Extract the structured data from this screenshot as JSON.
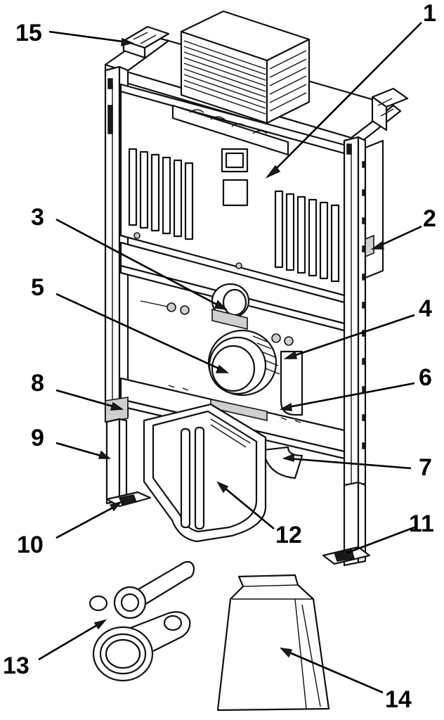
{
  "title": "",
  "callouts": [
    {
      "id": "c1",
      "label": "1"
    },
    {
      "id": "c2",
      "label": "2"
    },
    {
      "id": "c3",
      "label": "3"
    },
    {
      "id": "c4",
      "label": "4"
    },
    {
      "id": "c5",
      "label": "5"
    },
    {
      "id": "c6",
      "label": "6"
    },
    {
      "id": "c7",
      "label": "7"
    },
    {
      "id": "c8",
      "label": "8"
    },
    {
      "id": "c9",
      "label": "9"
    },
    {
      "id": "c10",
      "label": "10"
    },
    {
      "id": "c11",
      "label": "11"
    },
    {
      "id": "c12",
      "label": "12"
    },
    {
      "id": "c13",
      "label": "13"
    },
    {
      "id": "c14",
      "label": "14"
    },
    {
      "id": "c15",
      "label": "15"
    }
  ],
  "colors": {
    "line": "#000000",
    "background": "#ffffff",
    "shade": "#cfcfcf",
    "dark": "#1b1b1b"
  }
}
